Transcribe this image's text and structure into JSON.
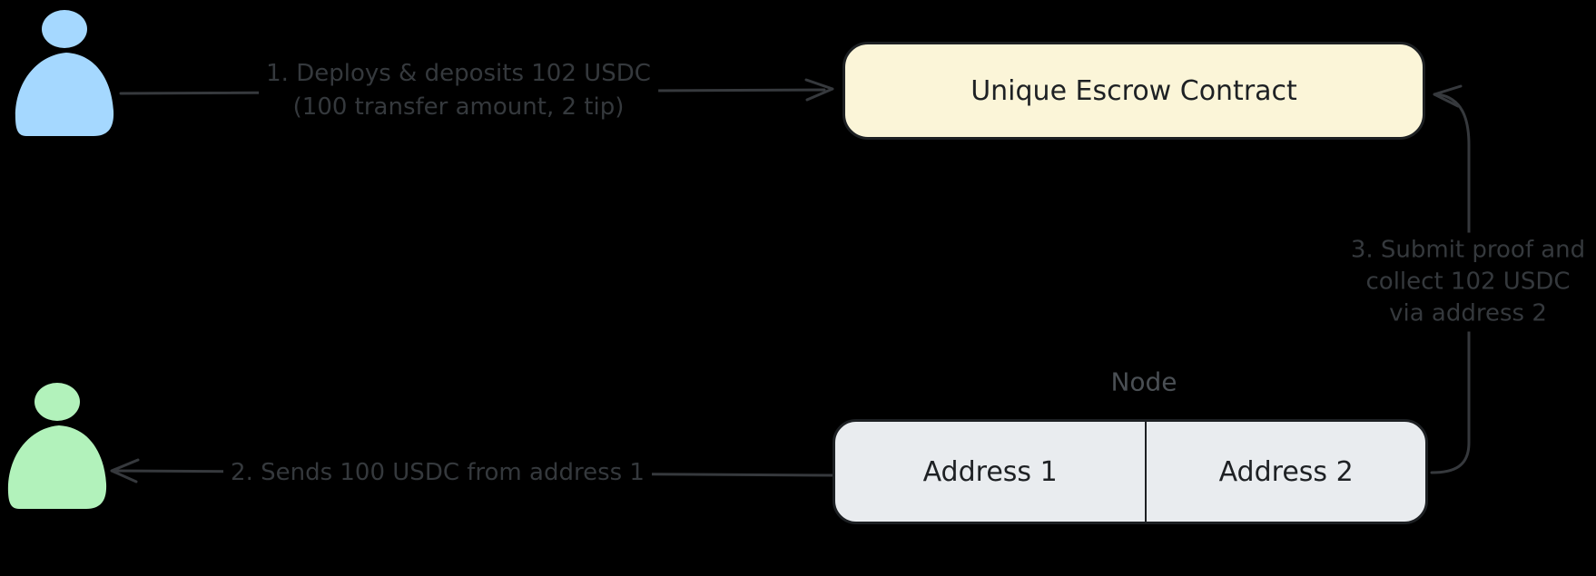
{
  "colors": {
    "background": "#000000",
    "sender_fill": "#a5d8ff",
    "recipient_fill": "#b2f2bb",
    "escrow_fill": "#fbf5d8",
    "node_fill": "#e9ecef",
    "border_dark": "#1d2023",
    "box_text": "#1e2124",
    "arrow_stroke": "#36393d",
    "arrow_label": "#35393d",
    "node_title": "#4a4f54"
  },
  "escrow_box": {
    "label": "Unique Escrow Contract"
  },
  "node": {
    "title": "Node",
    "cells": [
      "Address 1",
      "Address 2"
    ]
  },
  "arrows": {
    "deploy": {
      "lines": [
        "1. Deploys & deposits 102 USDC",
        "(100 transfer amount, 2 tip)"
      ]
    },
    "send": {
      "lines": [
        "2. Sends 100 USDC from address 1"
      ]
    },
    "collect": {
      "lines": [
        "3. Submit proof and",
        "collect 102 USDC",
        "via address 2"
      ]
    }
  }
}
